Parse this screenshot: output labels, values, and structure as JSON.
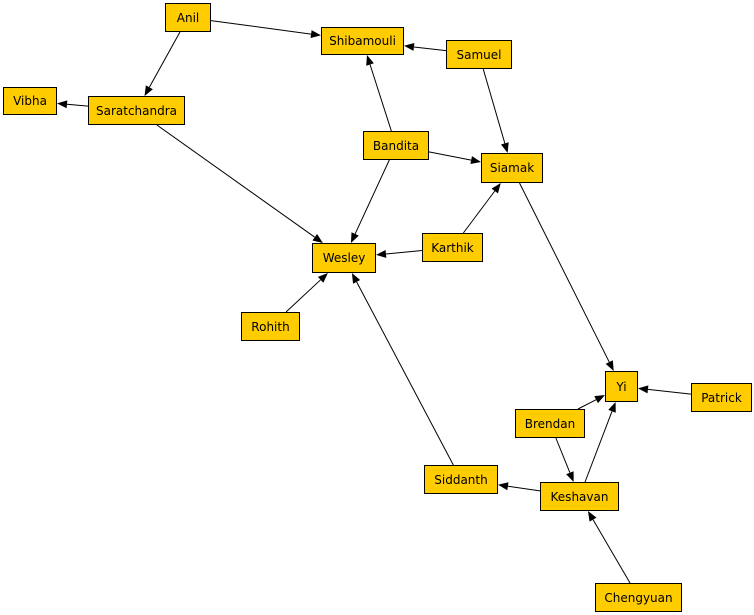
{
  "nodes": {
    "anil": "Anil",
    "shibamouli": "Shibamouli",
    "samuel": "Samuel",
    "vibha": "Vibha",
    "saratchandra": "Saratchandra",
    "bandita": "Bandita",
    "siamak": "Siamak",
    "karthik": "Karthik",
    "wesley": "Wesley",
    "rohith": "Rohith",
    "yi": "Yi",
    "patrick": "Patrick",
    "brendan": "Brendan",
    "siddanth": "Siddanth",
    "keshavan": "Keshavan",
    "chengyuan": "Chengyuan"
  },
  "edges": [
    [
      "anil",
      "shibamouli"
    ],
    [
      "anil",
      "saratchandra"
    ],
    [
      "samuel",
      "shibamouli"
    ],
    [
      "samuel",
      "siamak"
    ],
    [
      "saratchandra",
      "vibha"
    ],
    [
      "saratchandra",
      "wesley"
    ],
    [
      "bandita",
      "shibamouli"
    ],
    [
      "bandita",
      "siamak"
    ],
    [
      "bandita",
      "wesley"
    ],
    [
      "karthik",
      "wesley"
    ],
    [
      "karthik",
      "siamak"
    ],
    [
      "rohith",
      "wesley"
    ],
    [
      "siamak",
      "yi"
    ],
    [
      "patrick",
      "yi"
    ],
    [
      "brendan",
      "yi"
    ],
    [
      "brendan",
      "keshavan"
    ],
    [
      "keshavan",
      "yi"
    ],
    [
      "keshavan",
      "siddanth"
    ],
    [
      "siddanth",
      "wesley"
    ],
    [
      "chengyuan",
      "keshavan"
    ]
  ],
  "colors": {
    "node_fill": "#ffcc00",
    "node_border": "#000000",
    "edge": "#000000",
    "background": "#ffffff"
  }
}
